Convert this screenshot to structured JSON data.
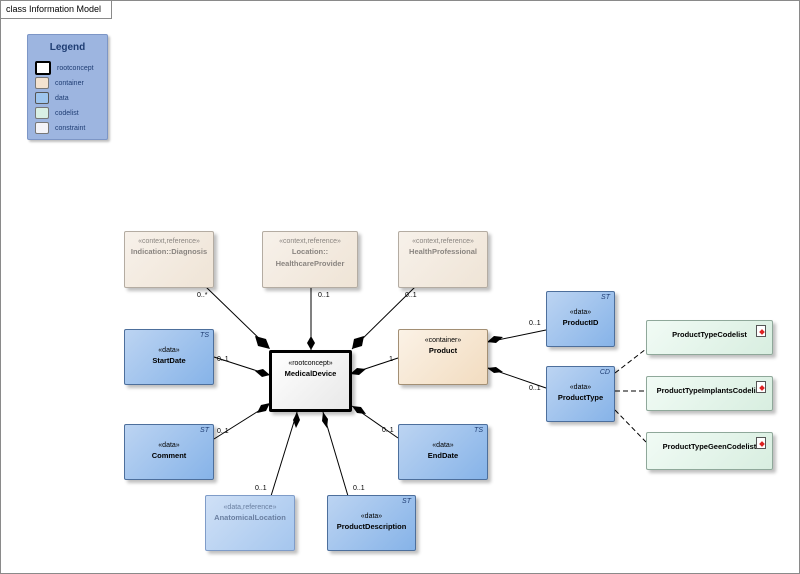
{
  "frame": {
    "title": "class Information Model"
  },
  "legend": {
    "title": "Legend",
    "items": [
      {
        "label": "rootconcept",
        "color": "#ffffff",
        "border": "#000000"
      },
      {
        "label": "container",
        "color": "#f3e2cf",
        "border": "#777777"
      },
      {
        "label": "data",
        "color": "#9ec5ee",
        "border": "#555555"
      },
      {
        "label": "codelist",
        "color": "#d9efe4",
        "border": "#777777"
      },
      {
        "label": "constraint",
        "color": "#f3f3f8",
        "border": "#777777"
      }
    ]
  },
  "nodes": {
    "indication": {
      "stereotype": "«context,reference»",
      "name": "Indication::Diagnosis"
    },
    "location": {
      "stereotype": "«context,reference»",
      "name": "Location::",
      "name2": "HealthcareProvider"
    },
    "health": {
      "stereotype": "«context,reference»",
      "name": "HealthProfessional"
    },
    "startdate": {
      "stereotype": "«data»",
      "name": "StartDate",
      "tag": "TS"
    },
    "comment": {
      "stereotype": "«data»",
      "name": "Comment",
      "tag": "ST"
    },
    "medical": {
      "stereotype": "«rootconcept»",
      "name": "MedicalDevice"
    },
    "product": {
      "stereotype": "«container»",
      "name": "Product"
    },
    "productid": {
      "stereotype": "«data»",
      "name": "ProductID",
      "tag": "ST"
    },
    "producttype": {
      "stereotype": "«data»",
      "name": "ProductType",
      "tag": "CD"
    },
    "enddate": {
      "stereotype": "«data»",
      "name": "EndDate",
      "tag": "TS"
    },
    "anatomical": {
      "stereotype": "«data,reference»",
      "name": "AnatomicalLocation"
    },
    "productdesc": {
      "stereotype": "«data»",
      "name": "ProductDescription",
      "tag": "ST"
    },
    "cl1": {
      "name": "ProductTypeCodelist"
    },
    "cl2": {
      "name": "ProductTypeImplantsCodelist"
    },
    "cl3": {
      "name": "ProductTypeGeenCodelist"
    }
  },
  "multiplicities": {
    "indication": "0..*",
    "location": "0..1",
    "health": "0..1",
    "startdate": "0..1",
    "comment": "0..1",
    "product": "1",
    "productid": "0..1",
    "producttype": "0..1",
    "enddate": "0..1",
    "anatomical": "0..1",
    "productdesc": "0..1"
  }
}
